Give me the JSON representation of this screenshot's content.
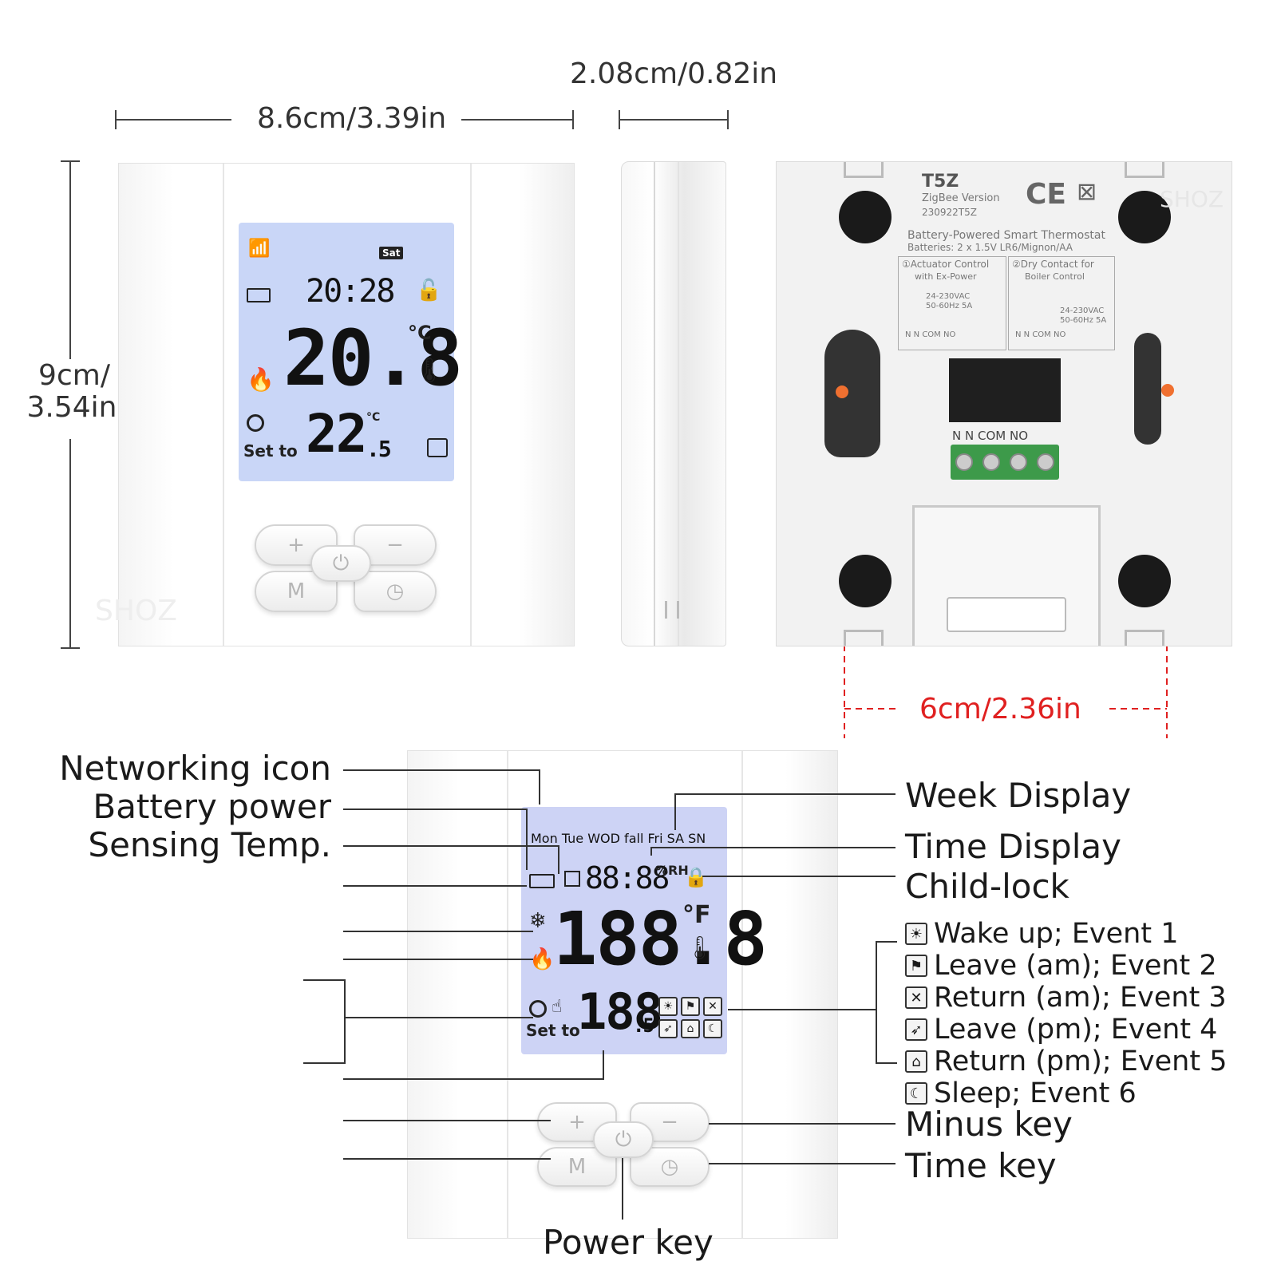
{
  "dimensions": {
    "width": "8.6cm/3.39in",
    "depth": "2.08cm/0.82in",
    "height_line1": "9cm/",
    "height_line2": "3.54in",
    "mount_spacing": "6cm/2.36in"
  },
  "front_lcd": {
    "day": "Sat",
    "time": "20:28",
    "temp": "20.8",
    "temp_unit": "°C",
    "set_label": "Set to",
    "set_temp": "22",
    "set_decimal": ".5",
    "set_unit": "°C"
  },
  "back_label": {
    "model": "T5Z",
    "version": "ZigBee Version",
    "code": "230922T5Z",
    "product": "Battery-Powered Smart Thermostat",
    "batteries": "Batteries: 2 x 1.5V LR6/Mignon/AA",
    "actuator": "①Actuator Control",
    "actuator_sub": "with Ex-Power",
    "actuator_rating1": "24-230VAC",
    "actuator_rating2": "50-60Hz 5A",
    "dry": "②Dry Contact for",
    "dry_sub": "Boiler Control",
    "dry_rating1": "24-230VAC",
    "dry_rating2": "50-60Hz 5A",
    "terminals": "N  N  COM  NO",
    "ce": "CE",
    "watermark": "SHOZ"
  },
  "annotated_lcd": {
    "week_row": "Mon Tue WOD fall Fri SA SN",
    "time_digits": "88:88",
    "rh": "%RH",
    "main_digits": "188.8",
    "main_unit": "°F",
    "set_label": "Set to",
    "set_digits": "188",
    "set_decimal": ".5"
  },
  "buttons": {
    "plus": "+",
    "minus": "−",
    "mode": "M",
    "power": "⏻",
    "clock": "◷"
  },
  "labels_left": {
    "networking": "Networking icon",
    "battery": "Battery power",
    "sensing": "Sensing Temp."
  },
  "labels_right": {
    "week": "Week Display",
    "time": "Time Display",
    "child_lock": "Child-lock",
    "minus_key": "Minus key",
    "time_key": "Time key"
  },
  "events": [
    {
      "icon": "wake-icon",
      "glyph": "☀",
      "label": "Wake up; Event 1"
    },
    {
      "icon": "leave-am-icon",
      "glyph": "⚑",
      "label": "Leave (am); Event 2"
    },
    {
      "icon": "return-am-icon",
      "glyph": "✕",
      "label": "Return (am); Event 3"
    },
    {
      "icon": "leave-pm-icon",
      "glyph": "➶",
      "label": "Leave (pm); Event 4"
    },
    {
      "icon": "return-pm-icon",
      "glyph": "⌂",
      "label": "Return (pm); Event 5"
    },
    {
      "icon": "sleep-icon",
      "glyph": "☾",
      "label": "Sleep; Event 6"
    }
  ],
  "power_key": "Power key"
}
